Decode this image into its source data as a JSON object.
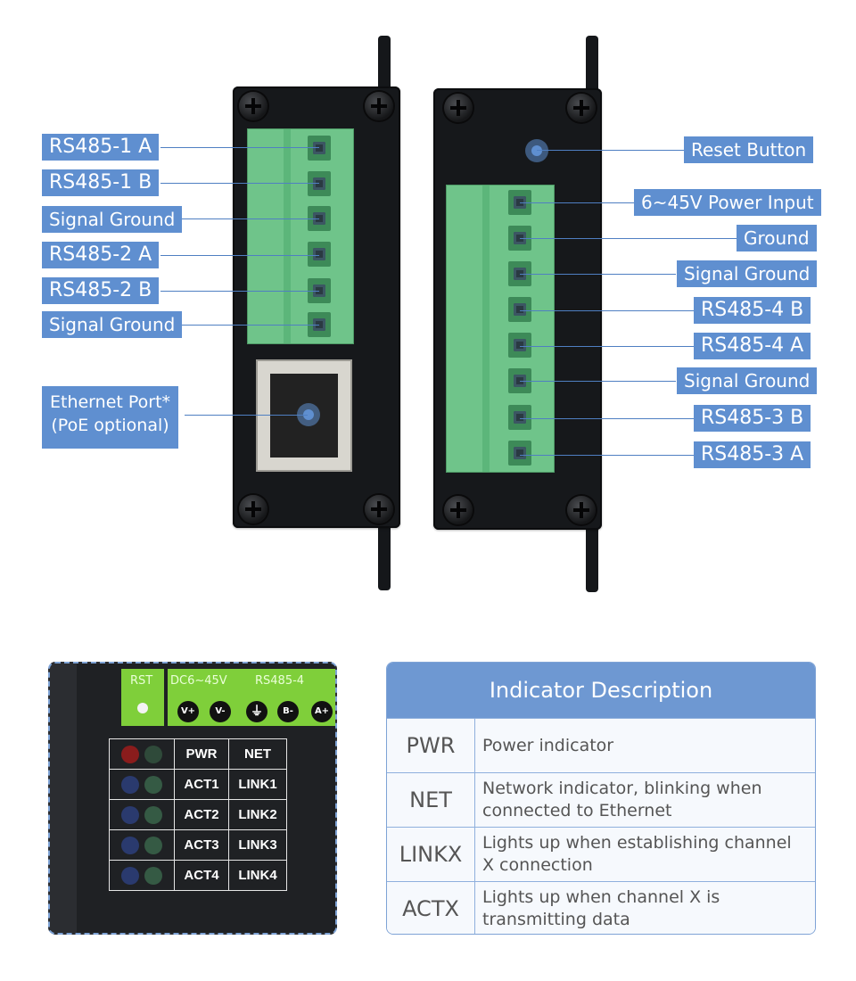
{
  "left_labels": {
    "rs485_1a": "RS485-1 A",
    "rs485_1b": "RS485-1 B",
    "signal_ground_1": "Signal Ground",
    "rs485_2a": "RS485-2 A",
    "rs485_2b": "RS485-2 B",
    "signal_ground_2": "Signal Ground",
    "ethernet_port": "Ethernet Port*\n(PoE optional)"
  },
  "right_labels": {
    "reset_button": "Reset Button",
    "power_input": "6~45V Power Input",
    "ground": "Ground",
    "signal_ground_3": "Signal Ground",
    "rs485_4b": "RS485-4 B",
    "rs485_4a": "RS485-4 A",
    "signal_ground_4": "Signal Ground",
    "rs485_3b": "RS485-3 B",
    "rs485_3a": "RS485-3 A"
  },
  "closeup": {
    "rst": "RST",
    "dc_label": "DC6~45V",
    "rs485_label": "RS485-4",
    "v_plus": "V+",
    "v_minus": "V-",
    "ground_symbol": "⏚",
    "b_minus": "B-",
    "a_plus": "A+",
    "rows": [
      {
        "left": "PWR",
        "right": "NET"
      },
      {
        "left": "ACT1",
        "right": "LINK1"
      },
      {
        "left": "ACT2",
        "right": "LINK2"
      },
      {
        "left": "ACT3",
        "right": "LINK3"
      },
      {
        "left": "ACT4",
        "right": "LINK4"
      }
    ],
    "colors": {
      "red_led": "#8a1c1c",
      "green_led": "#355a44",
      "blue_led": "#2a3a6e",
      "panel_green": "#7fcf3a"
    }
  },
  "indicator_table": {
    "title": "Indicator Description",
    "rows": [
      {
        "key": "PWR",
        "desc": "Power indicator"
      },
      {
        "key": "NET",
        "desc": "Network indicator, blinking when connected to Ethernet"
      },
      {
        "key": "LINKX",
        "desc": "Lights up when establishing channel X connection"
      },
      {
        "key": "ACTX",
        "desc": "Lights up when channel X is transmitting data"
      }
    ]
  },
  "colors": {
    "label_bg": "#5f8fd0",
    "terminal_green": "#6fc48a",
    "device_black": "#16181b"
  }
}
